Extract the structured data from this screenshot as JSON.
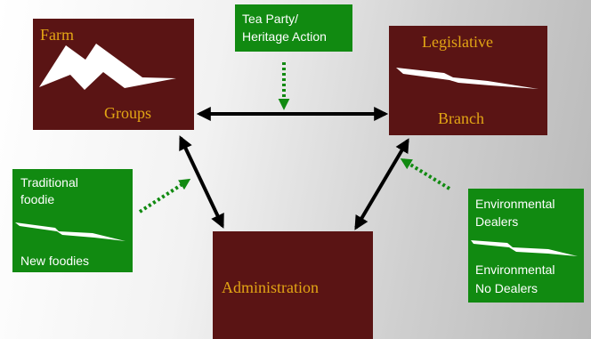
{
  "nodes": {
    "farm": {
      "line1": "Farm",
      "line2": "Groups"
    },
    "legislative": {
      "line1": "Legislative",
      "line2": "Branch"
    },
    "administration": {
      "label": "Administration"
    }
  },
  "influences": {
    "tea_party": {
      "line1": "Tea Party/",
      "line2": "Heritage Action"
    },
    "foodies": {
      "line1": "Traditional",
      "line2": "foodie",
      "line3": "New foodies"
    },
    "environmental": {
      "line1": "Environmental",
      "line2": "Dealers",
      "line3": "Environmental",
      "line4": "No Dealers"
    }
  },
  "colors": {
    "node_fill": "#5a1414",
    "node_text": "#e2a514",
    "influence_fill": "#118a11",
    "influence_text": "#ffffff",
    "arrow": "#000000",
    "dotted_arrow": "#118a11"
  }
}
